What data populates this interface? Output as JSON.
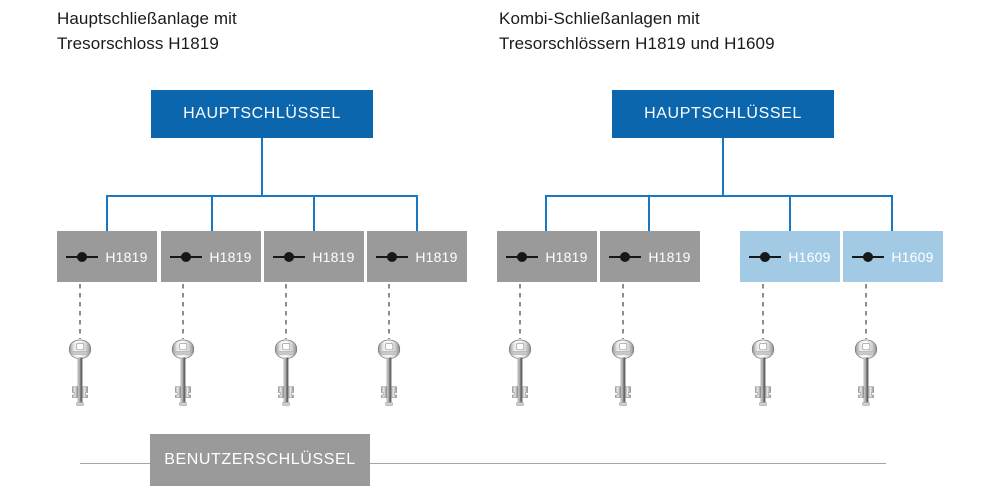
{
  "diagram": {
    "title_left": "Hauptschließanlage mit\nTresorschloss H1819",
    "title_right": "Kombi-Schließanlagen mit\nTresorschlössern H1819 und H1609",
    "master_key_label": "HAUPTSCHLÜSSEL",
    "user_key_label": "BENUTZERSCHLÜSSEL",
    "colors": {
      "master_blue": "#0b66ad",
      "connector_blue": "#1878c4",
      "lock_gray": "#9a9a9a",
      "lock_lightblue": "#a2cae4",
      "text_dark": "#1a1a1a",
      "dash_gray": "#8d8d8d"
    },
    "left_group": {
      "locks": [
        {
          "label": "H1819",
          "type": "gray"
        },
        {
          "label": "H1819",
          "type": "gray"
        },
        {
          "label": "H1819",
          "type": "gray"
        },
        {
          "label": "H1819",
          "type": "gray"
        }
      ]
    },
    "right_group": {
      "locks": [
        {
          "label": "H1819",
          "type": "gray"
        },
        {
          "label": "H1819",
          "type": "gray"
        },
        {
          "label": "H1609",
          "type": "lightblue"
        },
        {
          "label": "H1609",
          "type": "lightblue"
        }
      ]
    },
    "icons": {
      "lock_symbol": "lock-cylinder-icon",
      "key": "safe-key-icon"
    }
  }
}
